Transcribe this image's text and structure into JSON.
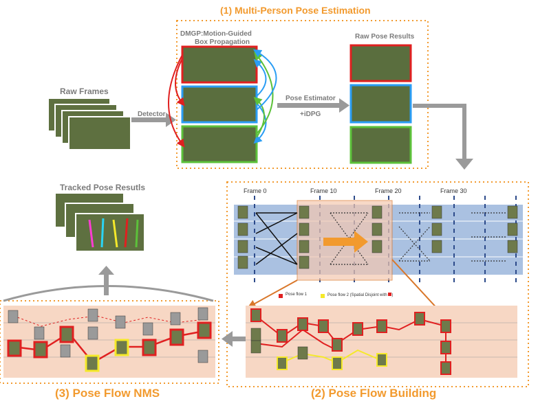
{
  "section1": {
    "title": "(1) Multi-Person Pose Estimation"
  },
  "section2": {
    "title": "(2) Pose Flow Building"
  },
  "section3": {
    "title": "(3) Pose Flow NMS"
  },
  "raw_frames": {
    "label": "Raw Frames"
  },
  "detector": {
    "label": "Detector"
  },
  "dmgp": {
    "line1": "DMGP:Motion-Guided",
    "line2": "Box Propagation"
  },
  "pose_estimator": {
    "line1": "Pose Estimator",
    "line2": "+iDPG"
  },
  "raw_pose_results": {
    "label": "Raw Pose Results"
  },
  "tracked_pose_results": {
    "label": "Tracked Pose Resutls"
  },
  "frames": [
    "Frame 0",
    "Frame 10",
    "Frame 20",
    "Frame 30"
  ],
  "legend": {
    "flow1": "Pose flow 1",
    "flow2": "Pose flow 2 (Spatial Disjoint with",
    "flow2_tail": ")"
  },
  "colors": {
    "orange": "#f29a2e",
    "red": "#e02020",
    "blue": "#2a9df4",
    "green": "#5cc13a",
    "yellow": "#f5e92a",
    "gray_arrow": "#9a9a9a",
    "blue_panel": "#9bb6dc",
    "salmon_panel": "#f7d7c4"
  }
}
